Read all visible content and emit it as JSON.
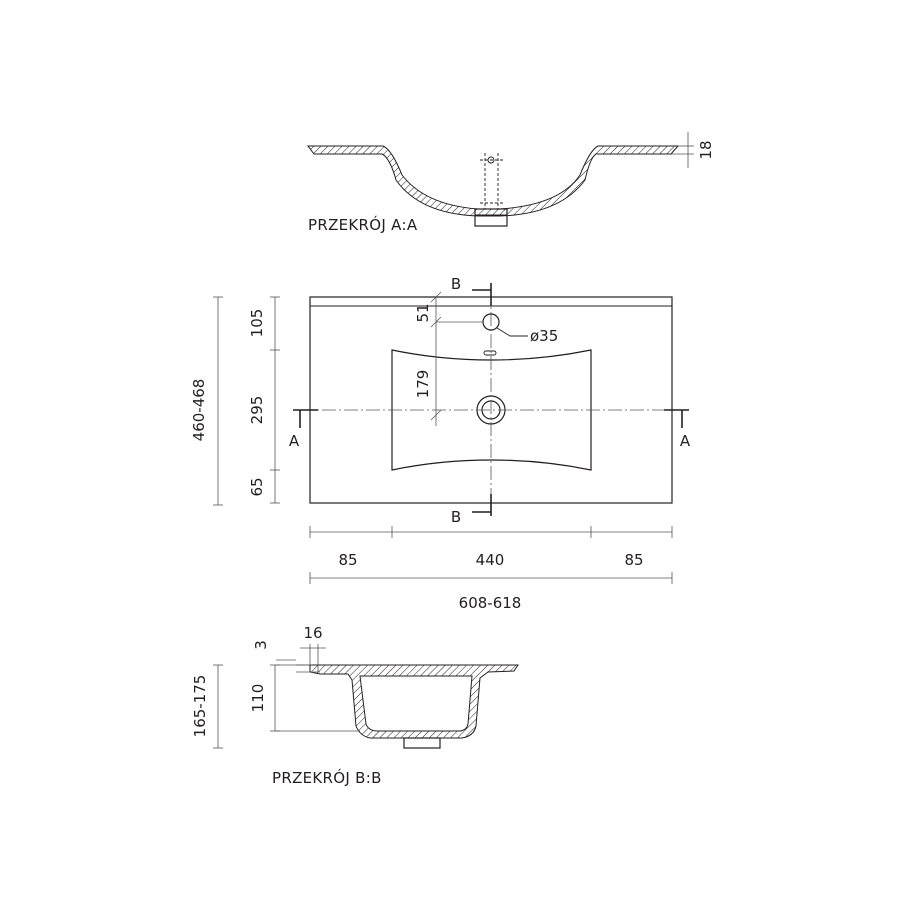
{
  "section_aa": {
    "title": "PRZEKRÓJ A:A",
    "thickness": "18"
  },
  "plan": {
    "depth_total": "460-468",
    "depth_back": "105",
    "depth_bowl": "295",
    "depth_front": "65",
    "overflow_offset": "51",
    "drain_offset": "179",
    "tap_hole": "ø35",
    "width_left": "85",
    "width_bowl": "440",
    "width_right": "85",
    "width_total": "608-618",
    "cut_a_left": "A",
    "cut_a_right": "A",
    "cut_b_top": "B",
    "cut_b_bottom": "B"
  },
  "section_bb": {
    "title": "PRZEKRÓJ B:B",
    "rim": "3",
    "lip": "16",
    "bowl_depth": "110",
    "total_height": "165-175"
  }
}
